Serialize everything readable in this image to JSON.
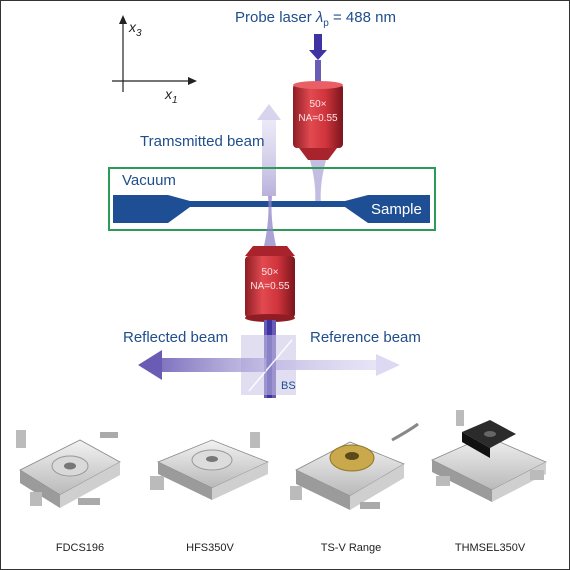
{
  "diagram": {
    "axes": {
      "vertical": "x",
      "vertical_sub": "3",
      "horizontal": "x",
      "horizontal_sub": "1"
    },
    "probe_laser": {
      "prefix": "Probe laser ",
      "lambda": "λ",
      "sub": "p",
      "suffix": " = 488 nm"
    },
    "objective_top": {
      "line1": "50×",
      "line2": "NA=0.55"
    },
    "objective_bottom": {
      "line1": "50×",
      "line2": "NA=0.55"
    },
    "transmitted_beam": "Tramsmitted beam",
    "vacuum": "Vacuum",
    "sample": "Sample",
    "reflected_beam": "Reflected beam",
    "reference_beam": "Reference beam",
    "bs": "BS"
  },
  "products": [
    {
      "name": "FDCS196"
    },
    {
      "name": "HFS350V"
    },
    {
      "name": "TS-V Range"
    },
    {
      "name": "THMSEL350V"
    }
  ],
  "colors": {
    "text_blue": "#1f4e8c",
    "beam_purple": "#7c6cc0",
    "beam_dark": "#4a3ea0",
    "objective_red": "#c8323a",
    "chamber_green": "#2e9a5a",
    "sample_blue": "#1e4f94"
  }
}
